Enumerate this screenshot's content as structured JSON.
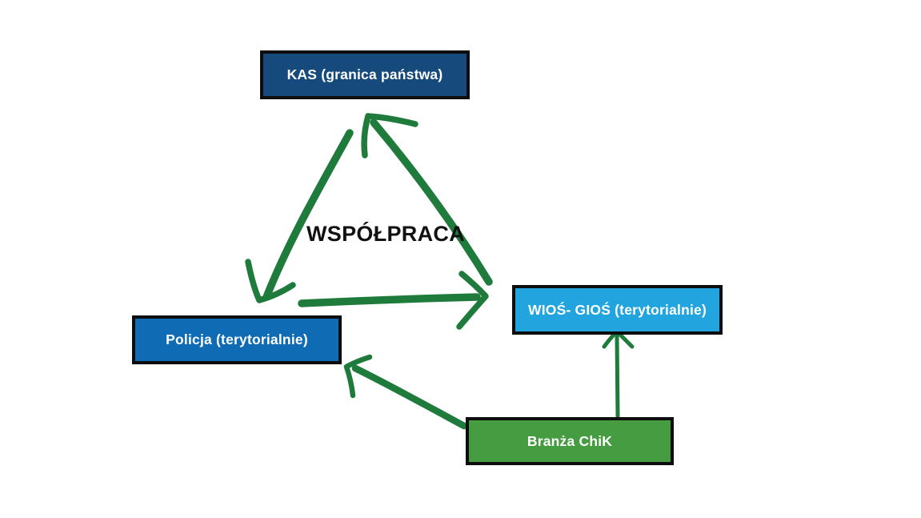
{
  "diagram": {
    "center_label": "WSPÓŁPRACA",
    "nodes": [
      {
        "id": "kas",
        "label": "KAS (granica państwa)",
        "fill": "#164a7c"
      },
      {
        "id": "policja",
        "label": "Policja (terytorialnie)",
        "fill": "#0e6bb4"
      },
      {
        "id": "wios",
        "label": "WIOŚ- GIOŚ (terytorialnie)",
        "fill": "#22a4de"
      },
      {
        "id": "branza",
        "label": "Branża ChiK",
        "fill": "#469c40"
      }
    ],
    "edges": [
      {
        "from": "KAS (granica państwa)",
        "to": "Policja (terytorialnie)",
        "style": "hand-drawn arrow"
      },
      {
        "from": "Policja (terytorialnie)",
        "to": "WIOŚ- GIOŚ (terytorialnie)",
        "style": "hand-drawn arrow"
      },
      {
        "from": "WIOŚ- GIOŚ (terytorialnie)",
        "to": "KAS (granica państwa)",
        "style": "hand-drawn arrow"
      },
      {
        "from": "Branża ChiK",
        "to": "Policja (terytorialnie)",
        "style": "hand-drawn arrow"
      },
      {
        "from": "Branża ChiK",
        "to": "WIOŚ- GIOŚ (terytorialnie)",
        "style": "hand-drawn arrow"
      }
    ],
    "colors": {
      "arrow_green": "#1e7b3c",
      "node_border": "#0d0d0d",
      "node_text": "#ffffff",
      "center_text": "#111111",
      "background": "#ffffff"
    }
  }
}
